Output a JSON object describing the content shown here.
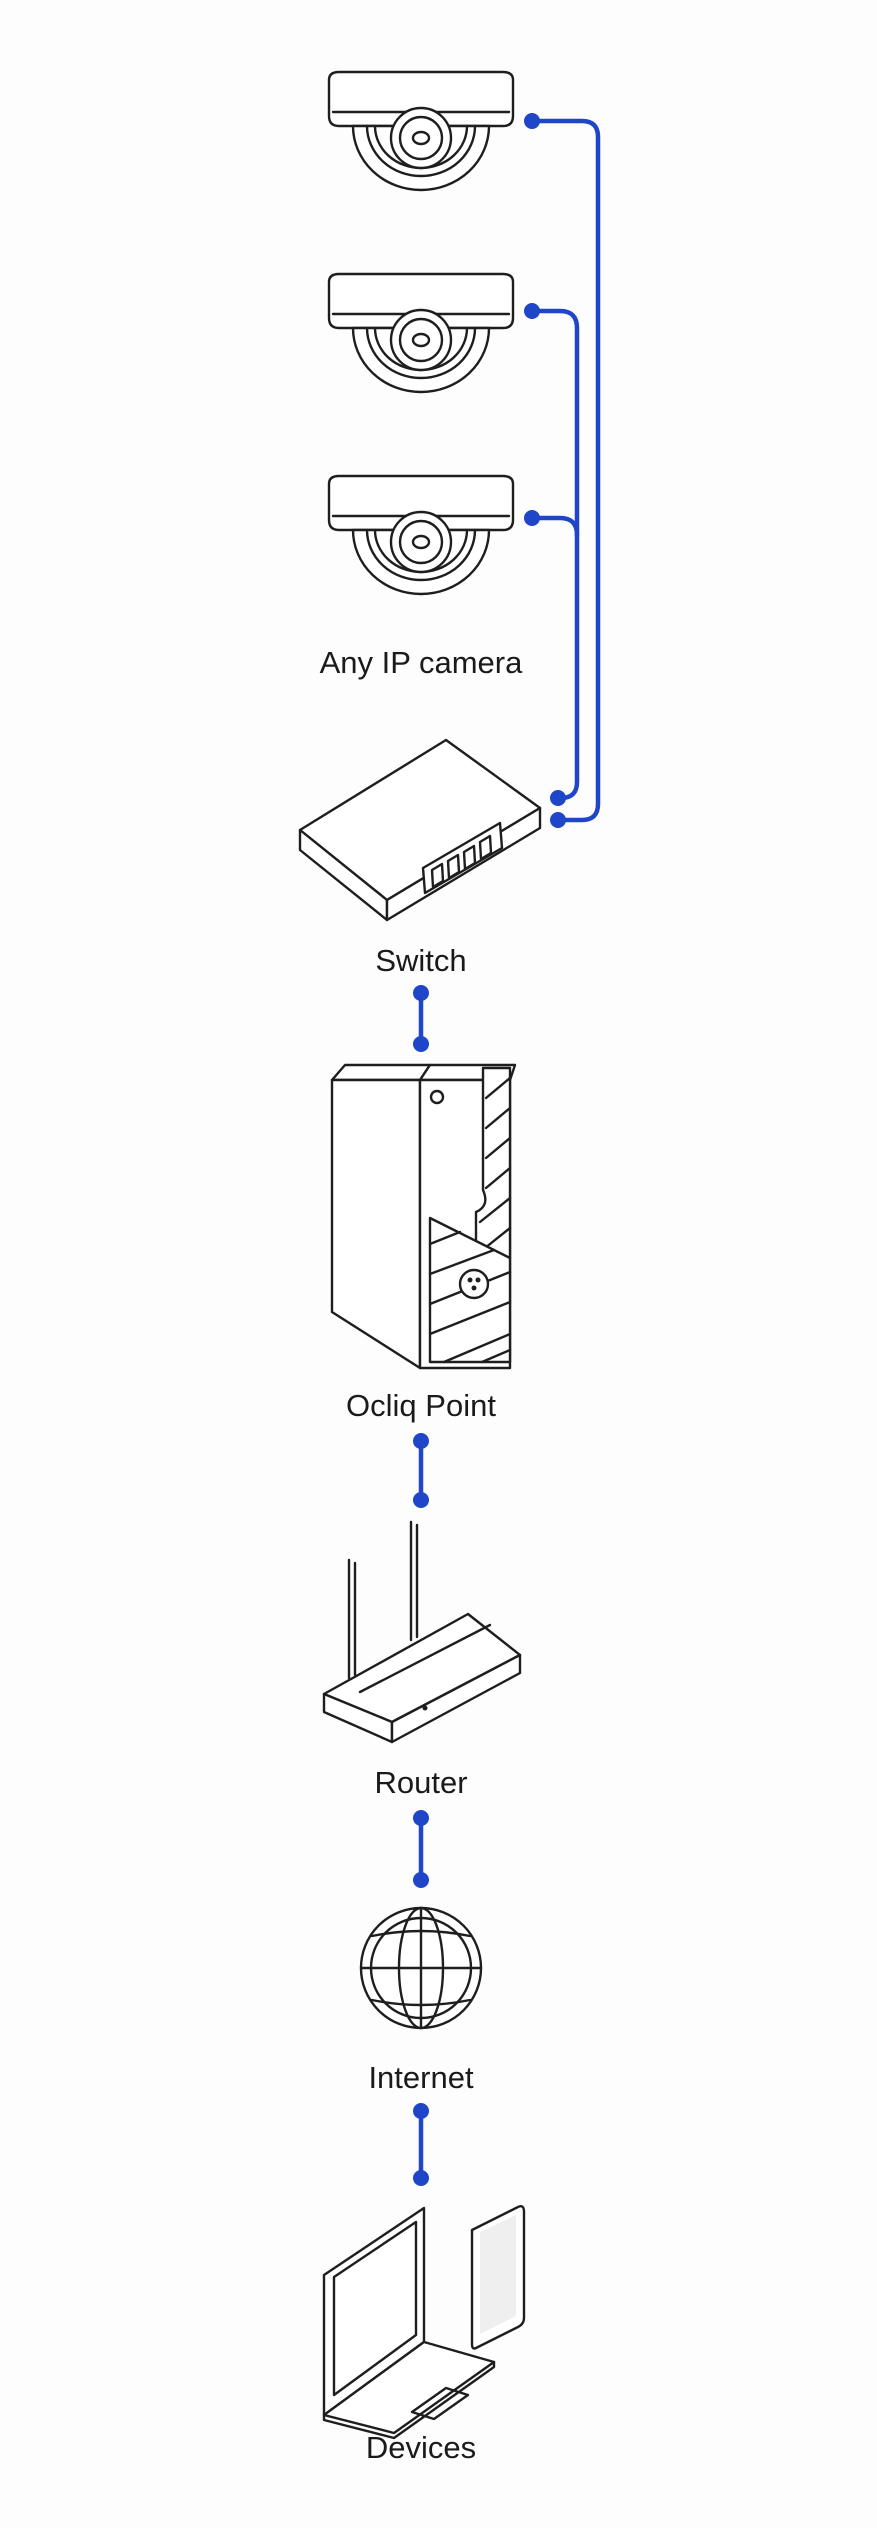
{
  "diagram": {
    "connector_color": "#1f45c8",
    "stroke_color": "#1e1e1e",
    "nodes": [
      {
        "id": "camera",
        "label": "Any IP camera",
        "icon": "dome-camera-icon",
        "count": 3
      },
      {
        "id": "switch",
        "label": "Switch",
        "icon": "network-switch-icon"
      },
      {
        "id": "ocliq-point",
        "label": "Ocliq Point",
        "icon": "server-tower-icon"
      },
      {
        "id": "router",
        "label": "Router",
        "icon": "router-icon"
      },
      {
        "id": "internet",
        "label": "Internet",
        "icon": "globe-icon"
      },
      {
        "id": "devices",
        "label": "Devices",
        "icon": "laptop-phone-icon"
      }
    ],
    "edges": [
      {
        "from": "camera",
        "to": "switch",
        "count": 3
      },
      {
        "from": "switch",
        "to": "ocliq-point"
      },
      {
        "from": "ocliq-point",
        "to": "router"
      },
      {
        "from": "router",
        "to": "internet"
      },
      {
        "from": "internet",
        "to": "devices"
      }
    ]
  }
}
